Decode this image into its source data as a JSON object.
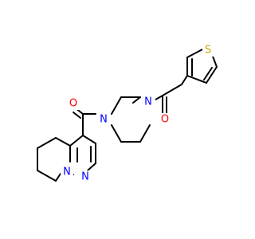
{
  "molecule": {
    "atoms": {
      "o_amide": {
        "symbol": "O",
        "color": "#ff0000"
      },
      "o_ketone": {
        "symbol": "O",
        "color": "#ff0000"
      },
      "n_pip_left": {
        "symbol": "N",
        "color": "#0000ff"
      },
      "n_pip_right": {
        "symbol": "N",
        "color": "#0000ff"
      },
      "n_bridge": {
        "symbol": "N",
        "color": "#0000ff"
      },
      "n_pyrazole": {
        "symbol": "N",
        "color": "#0000ff"
      },
      "s_thiophene": {
        "symbol": "S",
        "color": "#ccaa00"
      }
    },
    "bond_color": "#000000"
  }
}
